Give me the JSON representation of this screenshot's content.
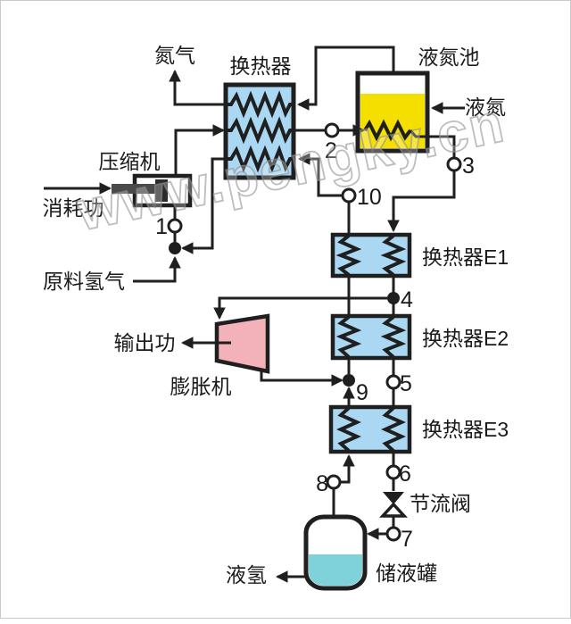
{
  "watermark": "www.pengky.cn",
  "colors": {
    "exchanger_fill": "#aad7f2",
    "pool_fill": "#f4df00",
    "expander_fill": "#f3b2ba",
    "tank_liquid_fill": "#80d2da",
    "line_color": "#1f1f1f"
  },
  "labels": {
    "nitrogen_gas": "氮气",
    "main_heat_exchanger": "换热器",
    "liquid_nitrogen_pool": "液氮池",
    "liquid_nitrogen": "液氮",
    "compressor": "压缩机",
    "consumed_work": "消耗功",
    "feed_hydrogen": "原料氢气",
    "output_work": "输出功",
    "expander": "膨胀机",
    "heat_exchanger_e1": "换热器E1",
    "heat_exchanger_e2": "换热器E2",
    "heat_exchanger_e3": "换热器E3",
    "throttle_valve": "节流阀",
    "storage_tank": "储液罐",
    "liquid_hydrogen": "液氢"
  },
  "state_points": {
    "p1": "1",
    "p2": "2",
    "p3": "3",
    "p4": "4",
    "p5": "5",
    "p6": "6",
    "p7": "7",
    "p8": "8",
    "p9": "9",
    "p10": "10"
  }
}
